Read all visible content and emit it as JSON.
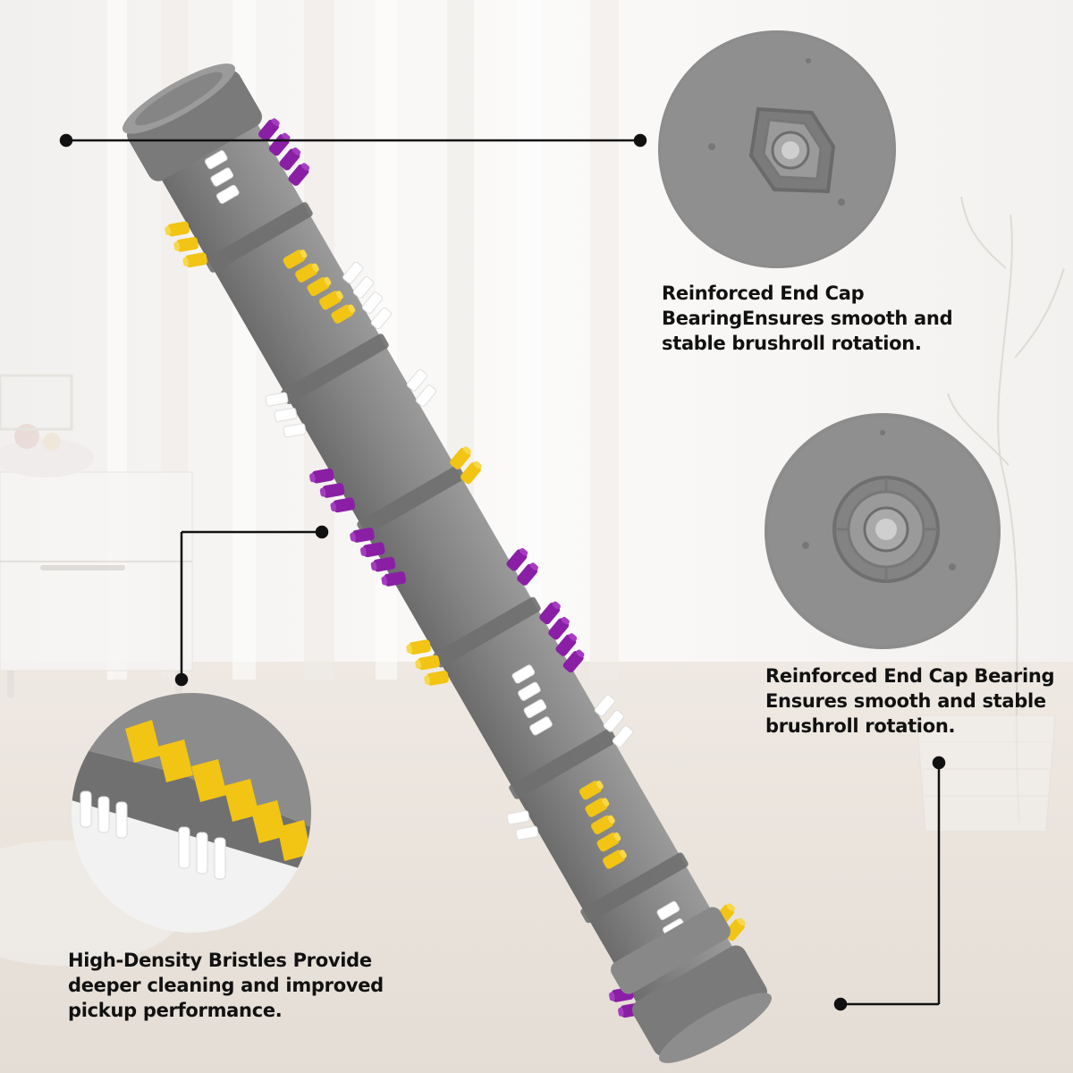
{
  "callouts": {
    "top_right": {
      "lines": [
        "Reinforced End Cap",
        "BearingEnsures smooth and",
        "stable brushroll rotation."
      ]
    },
    "mid_right": {
      "lines": [
        "Reinforced End Cap Bearing",
        "Ensures smooth and stable",
        "brushroll rotation."
      ]
    },
    "bottom_left": {
      "lines": [
        "High-Density Bristles Provide",
        "deeper cleaning and improved",
        "pickup performance."
      ]
    }
  },
  "colors": {
    "roller_gray": "#7d7d7d",
    "end_cap_gray": "#8c8c8c",
    "bristle_purple": "#8a1fa6",
    "bristle_yellow": "#f2c414",
    "bristle_white": "#ffffff",
    "leader_line": "#111111"
  },
  "icons": {
    "end_cap_square": "end-cap-square-bearing",
    "end_cap_round": "end-cap-round-bearing",
    "bristle_closeup": "bristle-closeup"
  }
}
